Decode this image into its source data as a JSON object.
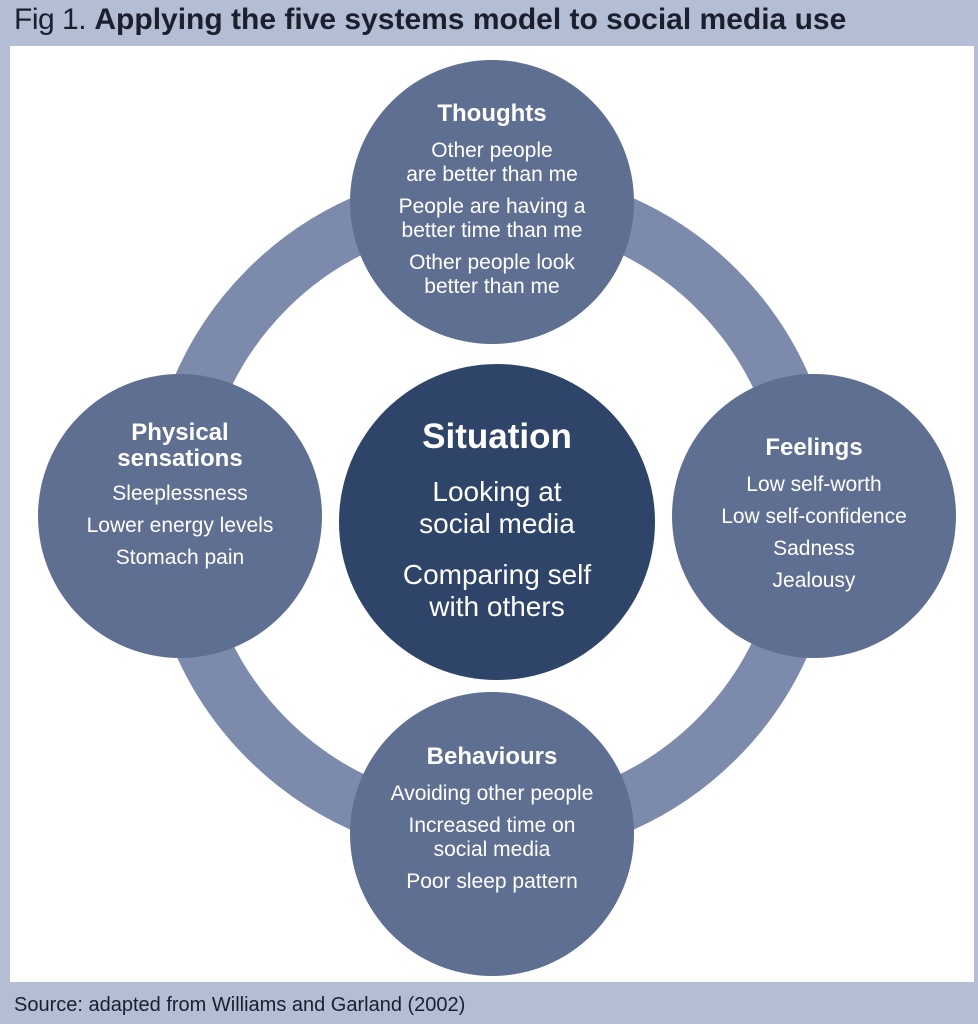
{
  "figure": {
    "number": "Fig 1.",
    "title": "Applying the five systems model to social media use"
  },
  "colors": {
    "frame": "#b3bdd4",
    "ring": "#7c8bab",
    "outer_circle": "#5e6f91",
    "center_circle": "#2e4468",
    "text_on_circle": "#ffffff"
  },
  "nodes": {
    "thoughts": {
      "heading": "Thoughts",
      "items": [
        "Other people\nare better than me",
        "People are having a\nbetter time than me",
        "Other people look\nbetter than me"
      ]
    },
    "physical": {
      "heading": "Physical\nsensations",
      "items": [
        "Sleeplessness",
        "Lower energy levels",
        "Stomach pain"
      ]
    },
    "situation": {
      "heading": "Situation",
      "items": [
        "Looking at\nsocial media",
        "Comparing self\nwith others"
      ]
    },
    "feelings": {
      "heading": "Feelings",
      "items": [
        "Low self-worth",
        "Low self-confidence",
        "Sadness",
        "Jealousy"
      ]
    },
    "behaviours": {
      "heading": "Behaviours",
      "items": [
        "Avoiding other people",
        "Increased time on\nsocial media",
        "Poor sleep pattern"
      ]
    }
  },
  "source": "Source: adapted from Williams and Garland (2002)"
}
